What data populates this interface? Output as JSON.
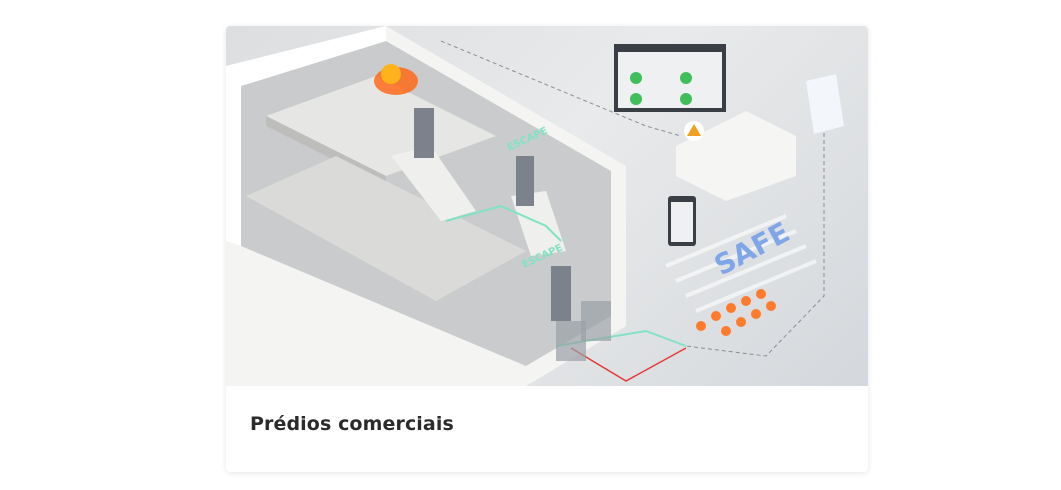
{
  "card": {
    "title": "Prédios comerciais",
    "illustration": {
      "labels": [
        "ESCAPE",
        "ESCAPE",
        "SAFE"
      ],
      "colors": {
        "fire": "#ff6a1a",
        "escape_path": "#7fe3c4",
        "alert_path": "#e53935",
        "safe_text": "#7fa6e8"
      }
    }
  }
}
